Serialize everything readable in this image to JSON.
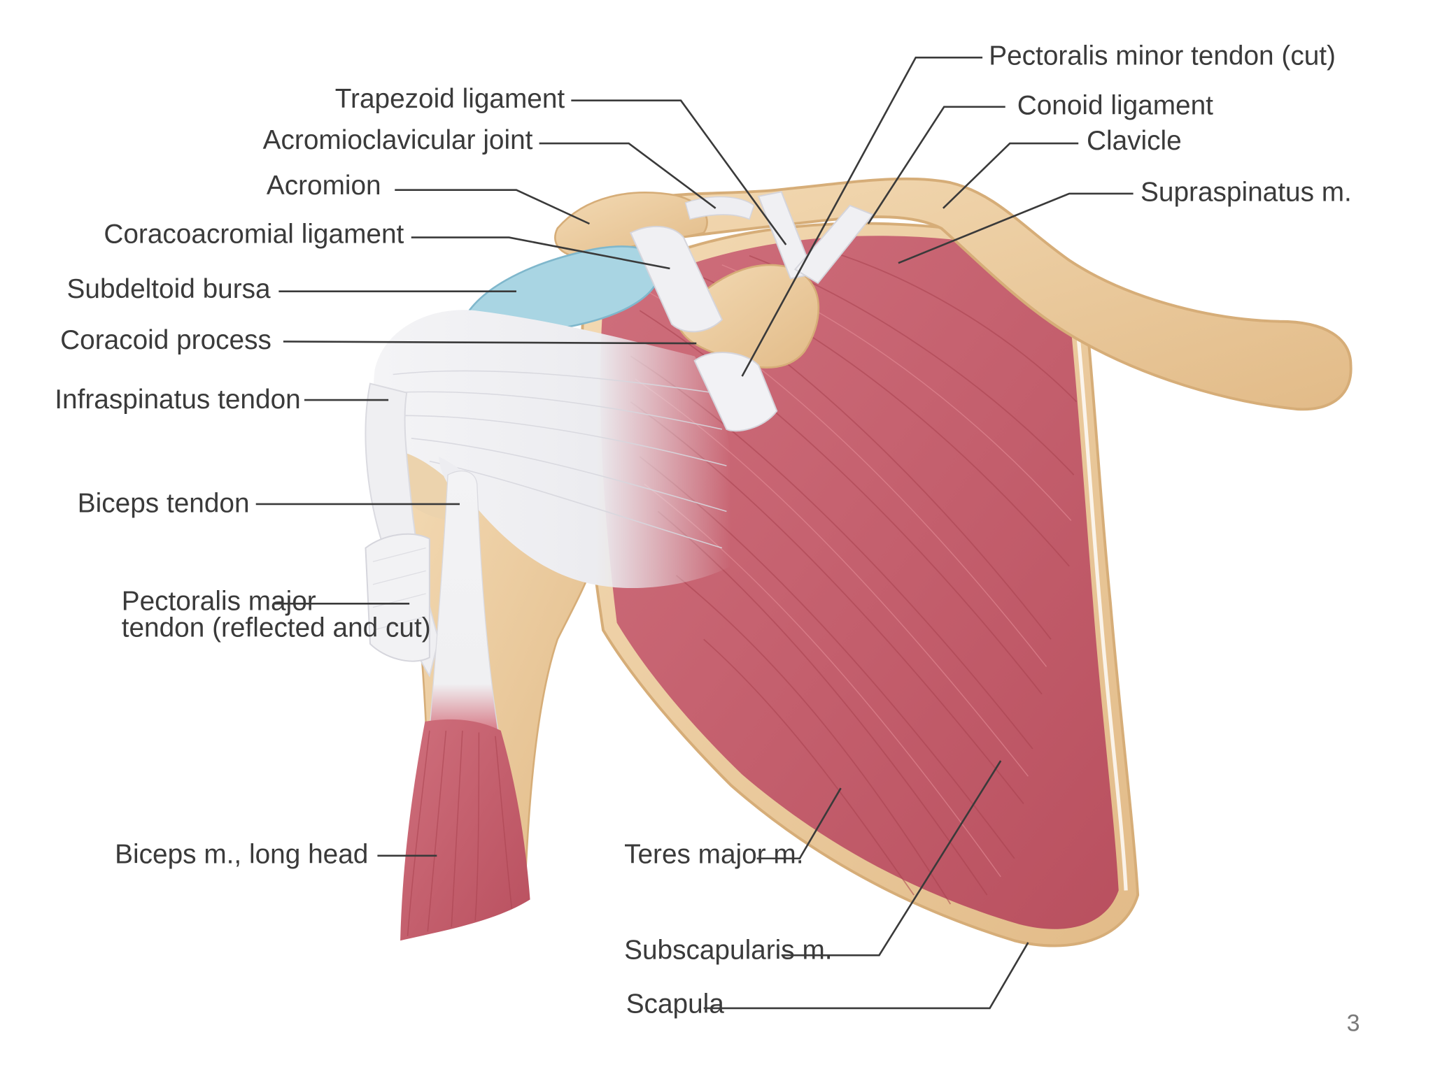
{
  "labels": {
    "pectoralis_minor_tendon": "Pectoralis minor tendon (cut)",
    "trapezoid_ligament": "Trapezoid ligament",
    "conoid_ligament": "Conoid ligament",
    "acromioclavicular_joint": "Acromioclavicular joint",
    "clavicle": "Clavicle",
    "acromion": "Acromion",
    "supraspinatus": "Supraspinatus m.",
    "coracoacromial_ligament": "Coracoacromial ligament",
    "subdeltoid_bursa": "Subdeltoid bursa",
    "coracoid_process": "Coracoid process",
    "infraspinatus_tendon": "Infraspinatus tendon",
    "biceps_tendon": "Biceps tendon",
    "pectoralis_major_line1": "Pectoralis major",
    "pectoralis_major_line2": "tendon (reflected and cut)",
    "biceps_long_head": "Biceps m., long head",
    "teres_major": "Teres major m.",
    "subscapularis": "Subscapularis m.",
    "scapula": "Scapula"
  },
  "page_number": "3",
  "colors": {
    "bone": "#efcfa3",
    "bone_edge": "#d6ad78",
    "muscle": "#c65f6c",
    "tendon": "#f1f1f4",
    "bursa": "#a9d5e3",
    "text": "#3a3a3a"
  }
}
